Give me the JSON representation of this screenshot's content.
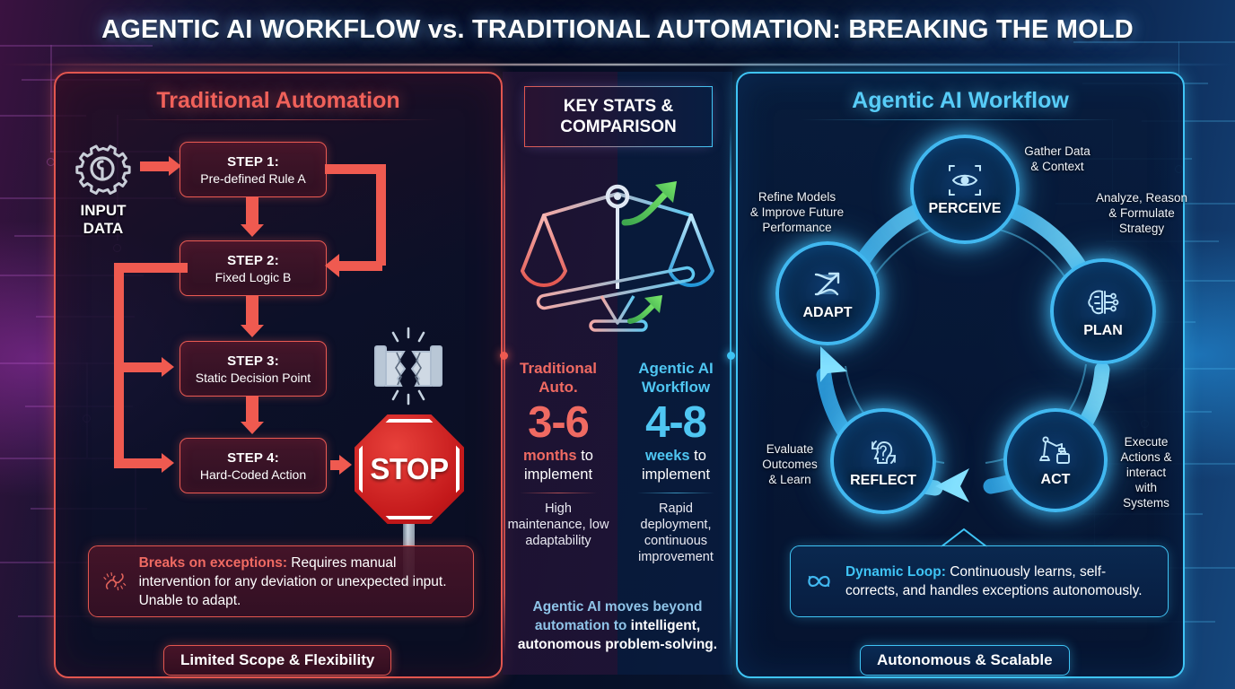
{
  "title": "AGENTIC AI WORKFLOW vs. TRADITIONAL AUTOMATION: BREAKING THE MOLD",
  "left_panel": {
    "title": "Traditional Automation",
    "input_label_line1": "INPUT",
    "input_label_line2": "DATA",
    "input_icon": "gear-search-icon",
    "steps": [
      {
        "num": "STEP 1:",
        "desc": "Pre-defined Rule A"
      },
      {
        "num": "STEP 2:",
        "desc": "Fixed Logic B"
      },
      {
        "num": "STEP 3:",
        "desc": "Static Decision Point"
      },
      {
        "num": "STEP 4:",
        "desc": "Hard-Coded Action"
      }
    ],
    "break_icon": "cracked-pipe-icon",
    "stop_sign_text": "STOP",
    "note": {
      "icon": "broken-chain-icon",
      "highlight": "Breaks on exceptions:",
      "body": " Requires manual intervention for any deviation or unexpected input. Unable to adapt."
    },
    "badge": "Limited Scope & Flexibility"
  },
  "mid_panel": {
    "header_line1": "KEY STATS &",
    "header_line2": "COMPARISON",
    "scale_icon": "unbalanced-scale-icon",
    "columns": [
      {
        "head_line1": "Traditional",
        "head_line2": "Auto.",
        "big": "3-6",
        "unit": "months",
        "sub_rest": " to implement",
        "foot": "High maintenance, low adaptability",
        "color": "#ef6a62"
      },
      {
        "head_line1": "Agentic AI",
        "head_line2": "Workflow",
        "big": "4-8",
        "unit": "weeks",
        "sub_rest": " to implement",
        "foot": "Rapid deployment, continuous improvement",
        "color": "#4fc6f2"
      }
    ],
    "footer_part1": "Agentic AI moves beyond automation to ",
    "footer_part2": "intelligent, autonomous problem-solving."
  },
  "right_panel": {
    "title": "Agentic AI Workflow",
    "nodes": [
      {
        "label": "PERCEIVE",
        "icon": "eye-scan-icon",
        "caption": "Gather Data\n& Context"
      },
      {
        "label": "PLAN",
        "icon": "brain-circuit-icon",
        "caption": "Analyze, Reason\n& Formulate\nStrategy"
      },
      {
        "label": "ACT",
        "icon": "robot-arm-icon",
        "caption": "Execute\nActions &\ninteract\nwith\nSystems"
      },
      {
        "label": "REFLECT",
        "icon": "thinking-head-loop-icon",
        "caption": "Evaluate\nOutcomes\n& Learn"
      },
      {
        "label": "ADAPT",
        "icon": "shuffle-arrow-icon",
        "caption": "Refine Models\n& Improve Future\nPerformance"
      }
    ],
    "note": {
      "icon": "infinity-loop-icon",
      "highlight": "Dynamic Loop:",
      "body": " Continuously learns, self-corrects, and handles exceptions autonomously."
    },
    "badge": "Autonomous & Scalable"
  },
  "colors": {
    "traditional_red": "#ef5a50",
    "agentic_blue": "#3fc4f5",
    "accent_green": "#4cd964",
    "background_dark": "#07101f"
  }
}
